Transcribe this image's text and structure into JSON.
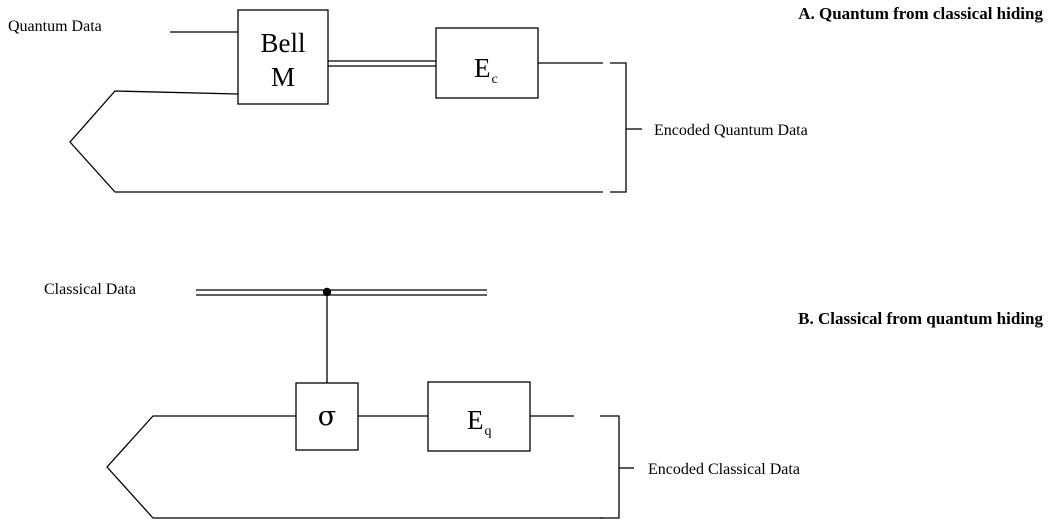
{
  "panel_a": {
    "title": "A. Quantum from classical hiding",
    "input_label": "Quantum Data",
    "gate_bell_line1": "Bell",
    "gate_bell_line2": "M",
    "gate_encoder_main": "E",
    "gate_encoder_sub": "c",
    "output_label": "Encoded Quantum Data"
  },
  "panel_b": {
    "title": "B. Classical from quantum hiding",
    "input_label": "Classical Data",
    "gate_sigma": "σ",
    "gate_encoder_main": "E",
    "gate_encoder_sub": "q",
    "output_label": "Encoded Classical Data"
  }
}
